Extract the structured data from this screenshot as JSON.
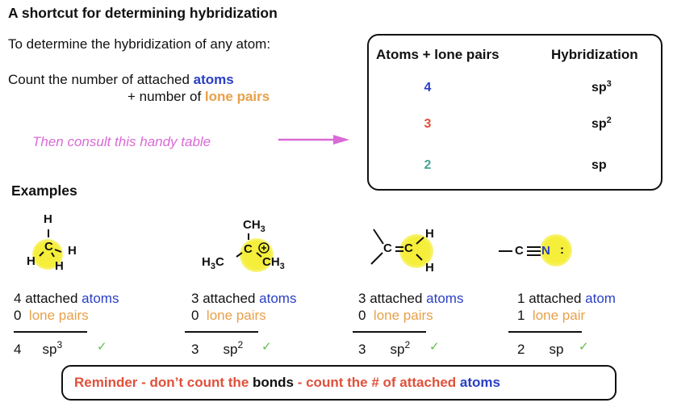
{
  "title": "A shortcut for determining hybridization",
  "intro": "To determine the hybridization of any atom:",
  "rule": {
    "line1_prefix": "Count the number of attached ",
    "line1_keyword": "atoms",
    "line2_prefix": "+ number of ",
    "line2_keyword": "lone pairs"
  },
  "consult_text": "Then consult this handy table",
  "table": {
    "headers": [
      "Atoms + lone pairs",
      "Hybridization"
    ],
    "rows": [
      {
        "count": "4",
        "count_color": "#2a3fc4",
        "hyb_base": "sp",
        "hyb_sup": "3"
      },
      {
        "count": "3",
        "count_color": "#e0503a",
        "hyb_base": "sp",
        "hyb_sup": "2"
      },
      {
        "count": "2",
        "count_color": "#4aa39a",
        "hyb_base": "sp",
        "hyb_sup": ""
      }
    ]
  },
  "examples_heading": "Examples",
  "molecules": {
    "methane": {
      "top_h": "H",
      "center": "C",
      "right_h": "H",
      "bl_h": "H",
      "br_h": "H"
    },
    "carbocation": {
      "top": "CH",
      "top_sub": "3",
      "center": "C",
      "charge": "+",
      "left": "H",
      "left_sub": "3",
      "left_c": "C",
      "right": "CH",
      "right_sub": "3"
    },
    "alkene": {
      "c1": "C",
      "c2": "C",
      "bond": "=",
      "h_top": "H",
      "h_bot": "H"
    },
    "nitrile": {
      "c": "C",
      "bond": "≡",
      "n": "N",
      "lone_pair": ":"
    }
  },
  "examples": [
    {
      "atoms_count": "4",
      "atoms_label_prefix": "attached ",
      "atoms_label": "atoms",
      "lp_count": "0",
      "lp_label": "lone pairs",
      "total": "4",
      "hyb_base": "sp",
      "hyb_sup": "3",
      "check": "✓"
    },
    {
      "atoms_count": "3",
      "atoms_label_prefix": "attached ",
      "atoms_label": "atoms",
      "lp_count": "0",
      "lp_label": "lone pairs",
      "total": "3",
      "hyb_base": "sp",
      "hyb_sup": "2",
      "check": "✓"
    },
    {
      "atoms_count": "3",
      "atoms_label_prefix": "attached ",
      "atoms_label": "atoms",
      "lp_count": "0",
      "lp_label": "lone pairs",
      "total": "3",
      "hyb_base": "sp",
      "hyb_sup": "2",
      "check": "✓"
    },
    {
      "atoms_count": "1",
      "atoms_label_prefix": "attached ",
      "atoms_label": "atom",
      "lp_count": "1",
      "lp_label": "lone pair",
      "total": "2",
      "hyb_base": "sp",
      "hyb_sup": "",
      "check": "✓"
    }
  ],
  "reminder": {
    "part1": "Reminder - don’t count the ",
    "part2": "bonds",
    "part3": " - count the # of attached ",
    "part4": "atoms"
  },
  "colors": {
    "atoms_blue": "#2a3fc4",
    "lone_pair_orange": "#e8a04a",
    "consult_pink": "#d96ad6",
    "reminder_red": "#e0503a",
    "check_green": "#5cbf4a",
    "highlight_yellow": "#f5ee3a",
    "teal": "#4aa39a"
  }
}
